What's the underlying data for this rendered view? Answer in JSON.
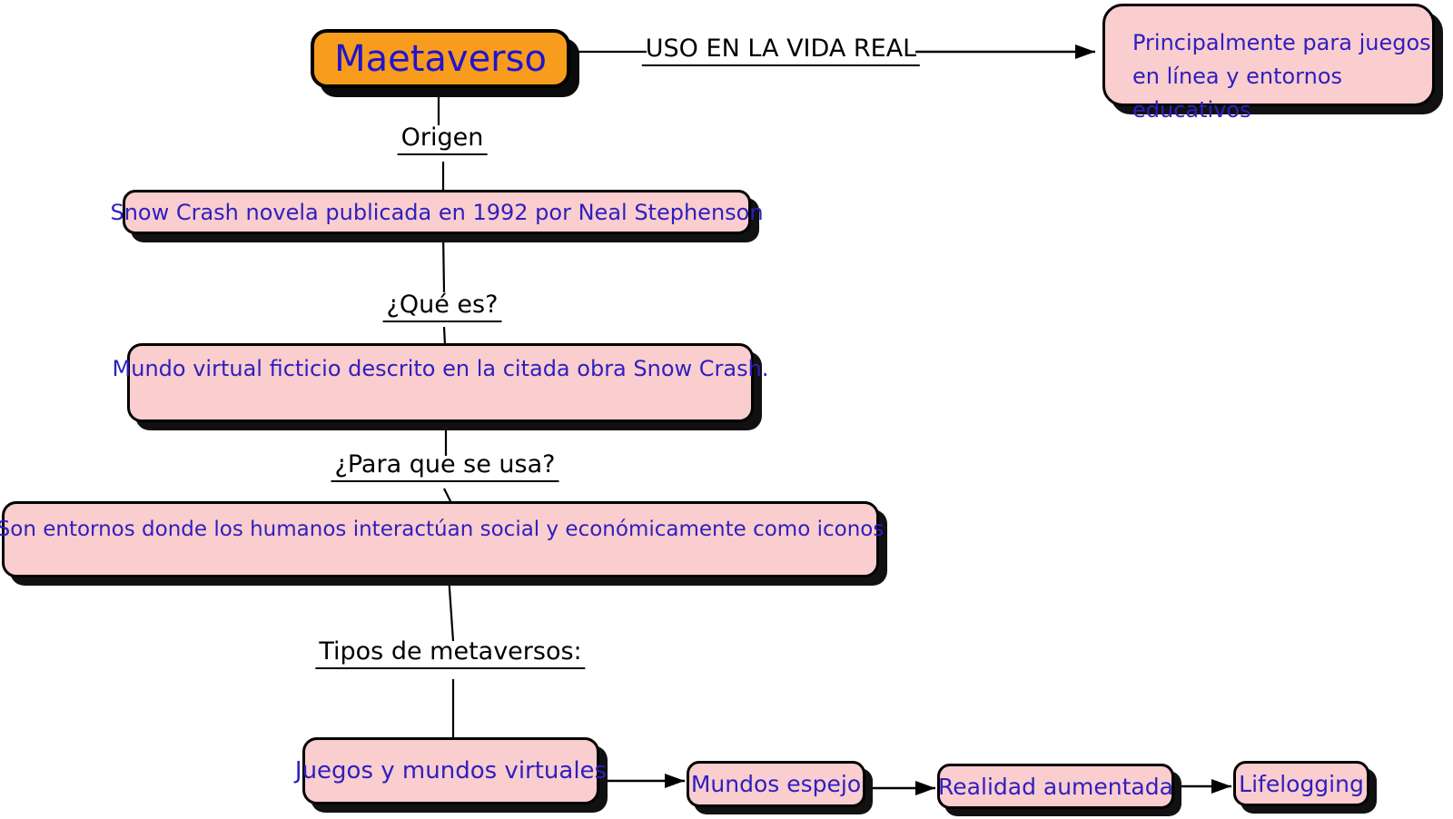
{
  "diagram": {
    "type": "concept-map",
    "topic": "Metaverso",
    "colors": {
      "root_fill": "#F79C1D",
      "node_fill": "#FACDCF",
      "node_border": "#000000",
      "node_text_blue": "#2E1FBE",
      "root_text_blue": "#2213CC",
      "edge_label_text": "#000000",
      "background": "#FFFFFF"
    },
    "nodes": {
      "maetaverso": "Maetaverso",
      "uso_result": "Principalmente para juegos\nen línea y entornos educativos",
      "snow_crash": "Snow Crash novela publicada en 1992 por Neal Stephenson",
      "mundo_virtual": "Mundo virtual ficticio descrito en la citada obra Snow Crash.",
      "son_entornos": "Son entornos donde los humanos interactúan social y económicamente como iconos",
      "juegos": "Juegos y mundos virtuales",
      "mundos_espejo": "Mundos espejo",
      "realidad_aumentada": "Realidad aumentada",
      "lifelogging": "Lifelogging"
    },
    "edge_labels": {
      "uso": "USO EN LA VIDA REAL",
      "origen": "Origen",
      "que_es": "¿Qué es?",
      "para_que": "¿Para que se usa?",
      "tipos": "Tipos de metaversos:"
    }
  }
}
